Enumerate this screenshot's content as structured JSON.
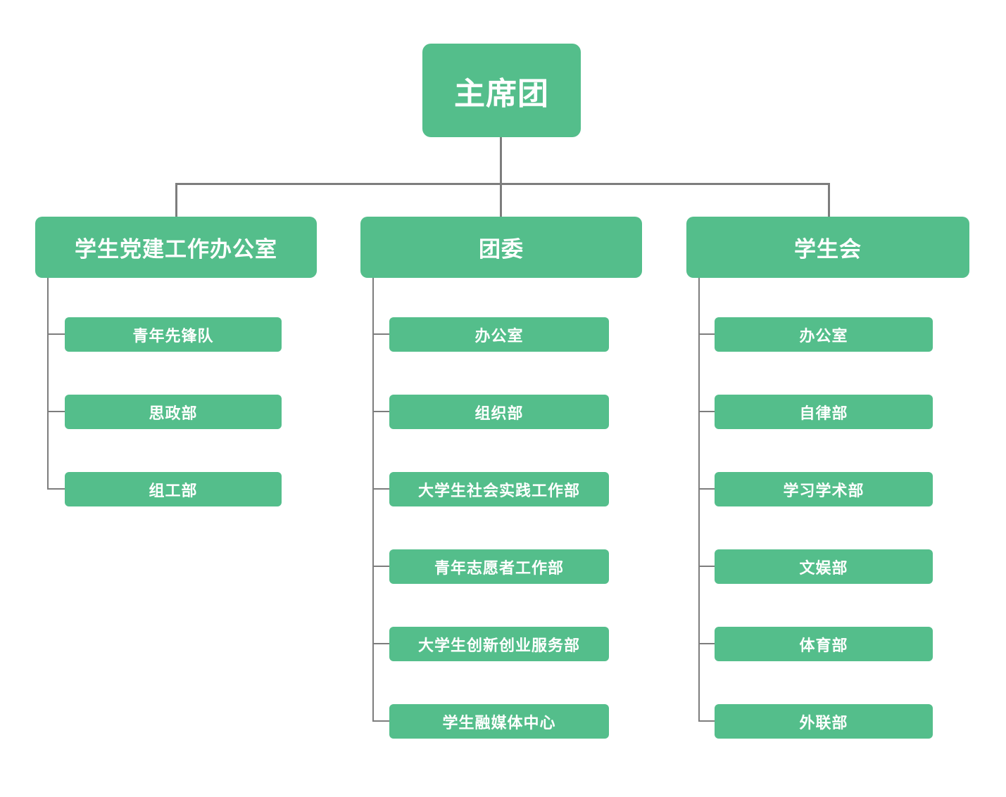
{
  "colors": {
    "node_green": "#54be8b",
    "line_gray": "#7d7d7d",
    "text_white": "#ffffff",
    "background": "#ffffff"
  },
  "org_chart": {
    "type": "organization-chart",
    "root": {
      "label": "主席团"
    },
    "branches": [
      {
        "label": "学生党建工作办公室",
        "children": [
          {
            "label": "青年先锋队"
          },
          {
            "label": "思政部"
          },
          {
            "label": "组工部"
          }
        ]
      },
      {
        "label": "团委",
        "children": [
          {
            "label": "办公室"
          },
          {
            "label": "组织部"
          },
          {
            "label": "大学生社会实践工作部"
          },
          {
            "label": "青年志愿者工作部"
          },
          {
            "label": "大学生创新创业服务部"
          },
          {
            "label": "学生融媒体中心"
          }
        ]
      },
      {
        "label": "学生会",
        "children": [
          {
            "label": "办公室"
          },
          {
            "label": "自律部"
          },
          {
            "label": "学习学术部"
          },
          {
            "label": "文娱部"
          },
          {
            "label": "体育部"
          },
          {
            "label": "外联部"
          }
        ]
      }
    ]
  }
}
